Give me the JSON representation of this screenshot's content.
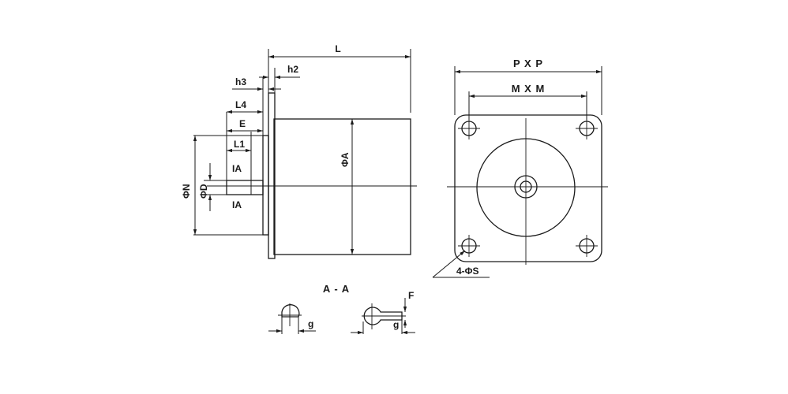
{
  "side_view": {
    "labels": {
      "L": "L",
      "h2": "h2",
      "h3": "h3",
      "L4": "L4",
      "E": "E",
      "L1": "L1",
      "IA_top": "IA",
      "IA_bottom": "IA",
      "phiN": "ΦN",
      "phiD": "ΦD",
      "phiA": "ΦA"
    }
  },
  "front_view": {
    "labels": {
      "PXP": "P X P",
      "MXM": "M X M",
      "holes": "4-ΦS"
    }
  },
  "section": {
    "title": "A - A",
    "labels": {
      "g_left": "g",
      "g_right": "g",
      "F": "F"
    }
  }
}
